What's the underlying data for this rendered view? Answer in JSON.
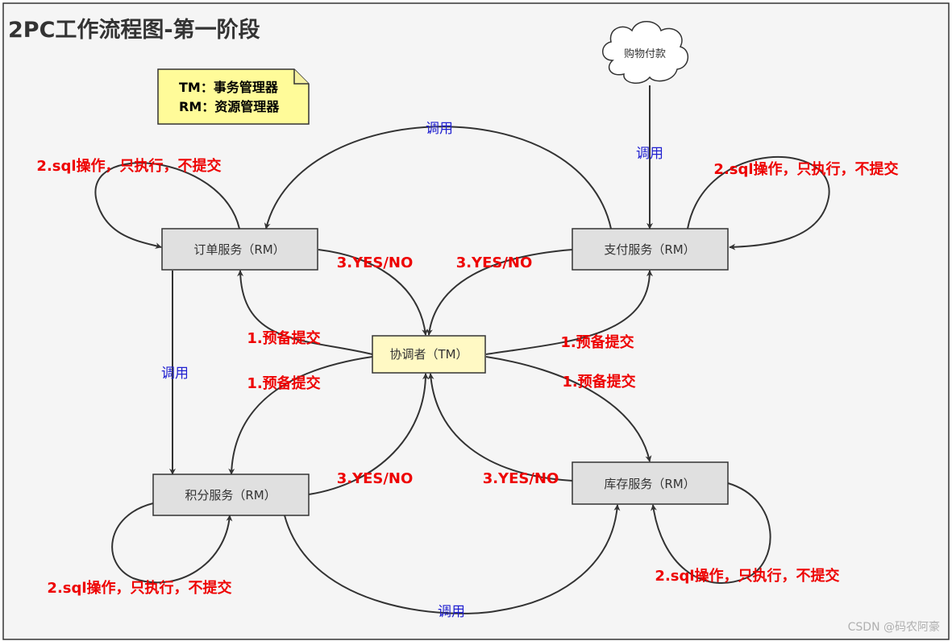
{
  "title": "2PC工作流程图-第一阶段",
  "note": {
    "line1": "TM：事务管理器",
    "line2": "RM：资源管理器"
  },
  "cloud": {
    "label": "购物付款"
  },
  "nodes": {
    "order": "订单服务（RM）",
    "payment": "支付服务（RM）",
    "coordinator": "协调者（TM）",
    "points": "积分服务（RM）",
    "inventory": "库存服务（RM）"
  },
  "labels": {
    "call": "调用",
    "sql_op": "2.sql操作，只执行，不提交",
    "prepare": "1.预备提交",
    "yes_no": "3.YES/NO"
  },
  "watermark": "CSDN @码农阿豪",
  "colors": {
    "background": "#f5f5f5",
    "service_fill": "#e0e0e0",
    "coordinator_fill": "#fff9c4",
    "note_fill": "#fffb99",
    "red_label": "#ee0000",
    "blue_label": "#1f1fd0"
  }
}
